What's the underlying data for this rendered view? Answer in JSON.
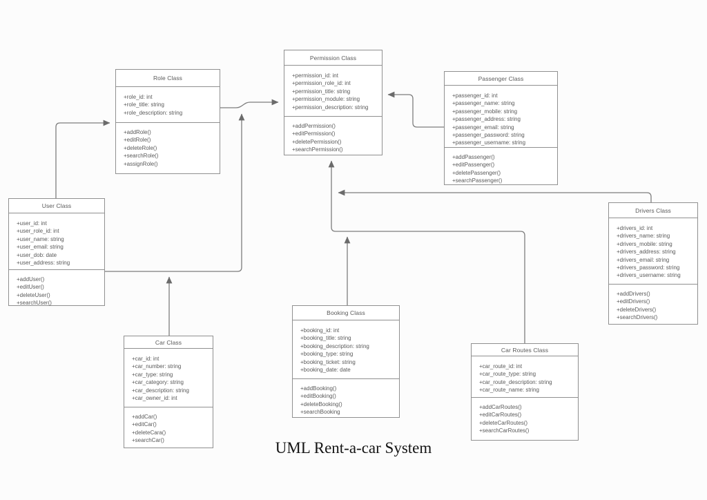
{
  "caption": "UML Rent-a-car System",
  "colors": {
    "background": "#fcfcfc",
    "box_fill": "#ffffff",
    "box_border": "#8f8f8f",
    "text": "#595959",
    "connector": "#7c7c7c",
    "caption_text": "#141414"
  },
  "classes": [
    {
      "name": "Role Class",
      "attributes": [
        "+role_id: int",
        "+role_title: string",
        "+role_description: string"
      ],
      "methods": [
        "+addRole()",
        "+editRole()",
        "+deleteRole()",
        "+searchRole()",
        "+assignRole()"
      ]
    },
    {
      "name": "Permission Class",
      "attributes": [
        "+permission_id: int",
        "+permission_role_id: int",
        "+permission_title: string",
        "+permission_module: string",
        "+permission_description: string"
      ],
      "methods": [
        "+addPermission()",
        "+editPermission()",
        "+deletePermission()",
        "+searchPermission()"
      ]
    },
    {
      "name": "Passenger Class",
      "attributes": [
        "+passenger_id: int",
        "+passenger_name: string",
        "+passenger_mobile: string",
        "+passenger_address: string",
        "+passenger_email: string",
        "+passenger_password: string",
        "+passenger_username: string"
      ],
      "methods": [
        "+addPassenger()",
        "+editPassenger()",
        "+deletePassenger()",
        "+searchPassenger()"
      ]
    },
    {
      "name": "User Class",
      "attributes": [
        "+user_id: int",
        "+user_role_id: int",
        "+user_name: string",
        "+user_email: string",
        "+user_dob: date",
        "+user_address: string"
      ],
      "methods": [
        "+addUser()",
        "+editUser()",
        "+deleteUser()",
        "+searchUser()"
      ]
    },
    {
      "name": "Drivers Class",
      "attributes": [
        "+drivers_id: int",
        "+drivers_name: string",
        "+drivers_mobile: string",
        "+drivers_address: string",
        "+drivers_email: string",
        "+drivers_password: string",
        "+drivers_username: string"
      ],
      "methods": [
        "+addDrivers()",
        "+editDrivers()",
        "+deleteDrivers()",
        "+searchDrivers()"
      ]
    },
    {
      "name": "Car Class",
      "attributes": [
        "+car_id: int",
        "+car_number: string",
        "+car_type: string",
        "+car_category: string",
        "+car_description: string",
        "+car_owner_id: int"
      ],
      "methods": [
        "+addCar()",
        "+editCar()",
        "+deleteCara()",
        "+searchCar()"
      ]
    },
    {
      "name": "Booking Class",
      "attributes": [
        "+booking_id: int",
        "+booking_title: string",
        "+booking_description: string",
        "+booking_type: string",
        "+booking_ticket: string",
        "+booking_date: date"
      ],
      "methods": [
        "+addBooking()",
        "+editBooking()",
        "+deleteBooking()",
        "+searchBooking"
      ]
    },
    {
      "name": "Car Routes Class",
      "attributes": [
        "+car_route_id: int",
        "+car_route_type: string",
        "+car_route_description: string",
        "+car_route_name: string"
      ],
      "methods": [
        "+addCarRoutes()",
        "+editCarRoutes()",
        "+deleteCarRoutes()",
        "+searchCarRoutes()"
      ]
    }
  ],
  "connectors": [
    {
      "from": "User Class",
      "to": "Role Class"
    },
    {
      "from": "Role Class",
      "to": "Permission Class"
    },
    {
      "from": "Passenger Class",
      "to": "Permission Class"
    },
    {
      "from": "User Class",
      "to": "Permission Class"
    },
    {
      "from": "Car Class",
      "to": "User Class"
    },
    {
      "from": "Booking Class",
      "to": "Permission Class"
    },
    {
      "from": "Car Routes Class",
      "to": "Permission Class"
    },
    {
      "from": "Drivers Class",
      "to": "Permission Class"
    }
  ]
}
